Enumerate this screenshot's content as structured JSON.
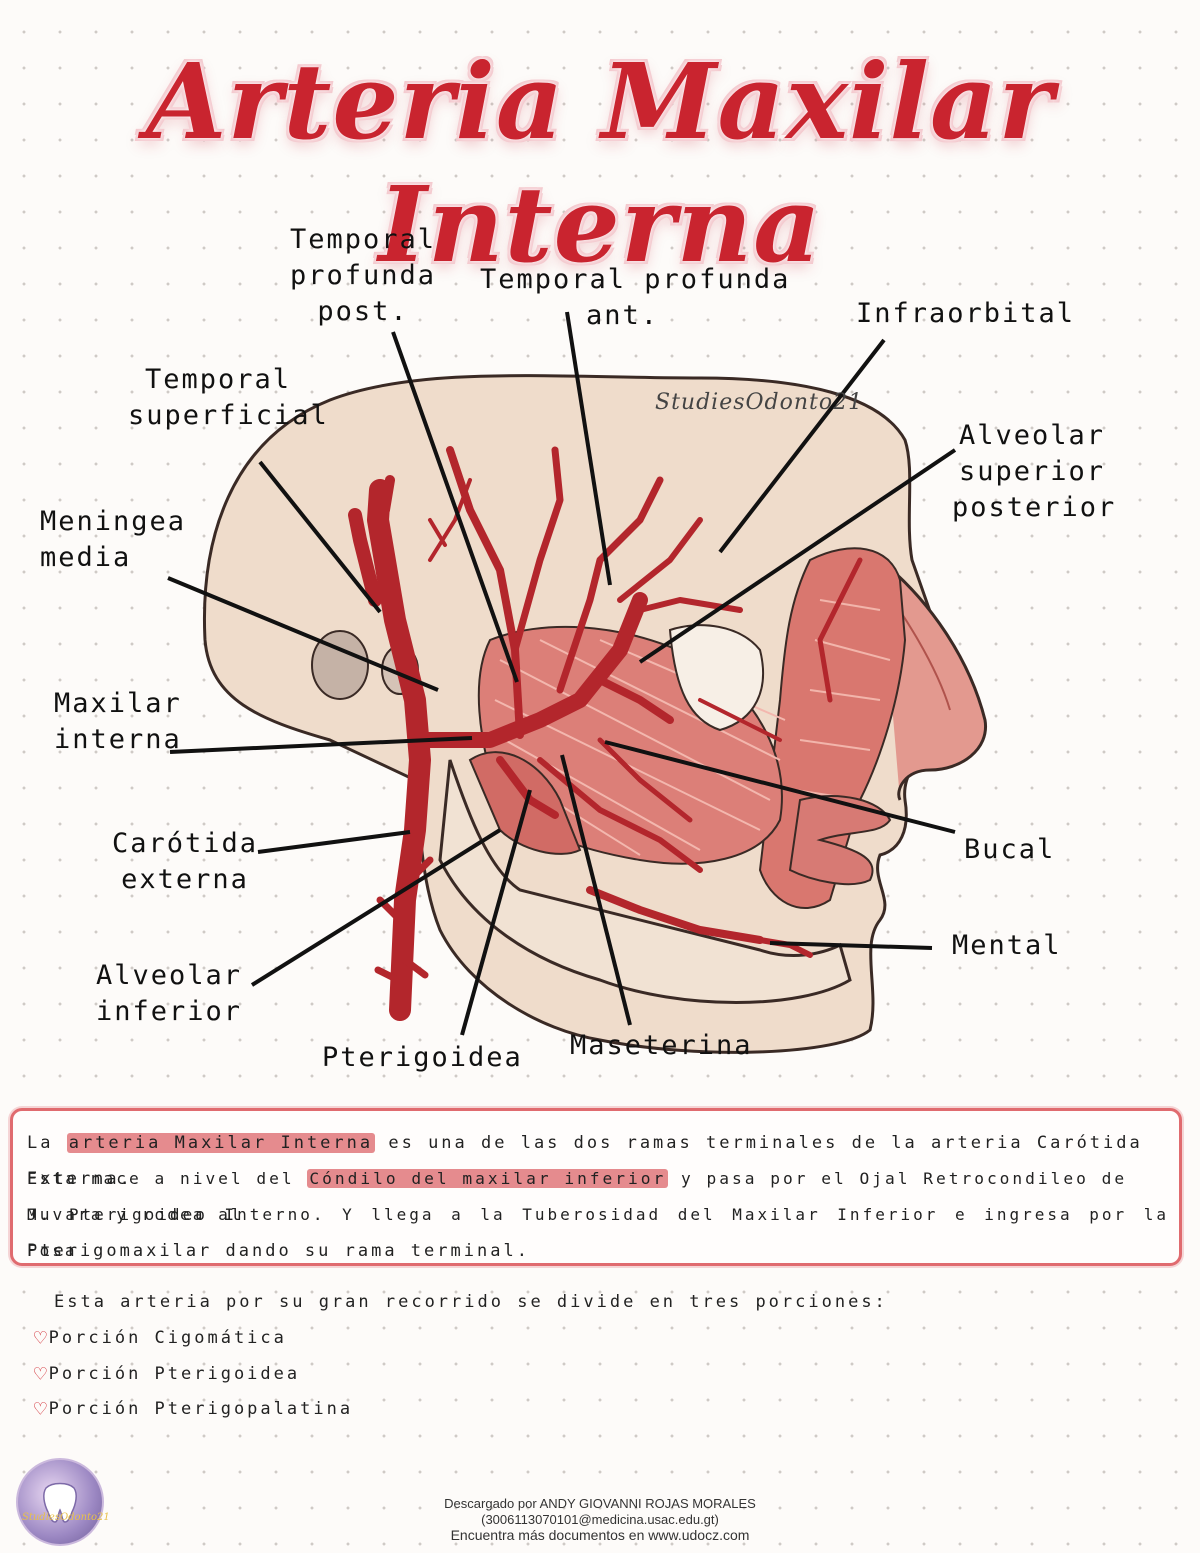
{
  "title": "Arteria Maxilar Interna",
  "watermark": "StudiesOdonto21",
  "labels": {
    "temporal_prof_post": "Temporal\nprofunda\npost.",
    "temporal_prof_ant": "Temporal profunda\nant.",
    "infraorbital": "Infraorbital",
    "temporal_superficial": "Temporal\nsuperficial",
    "alveolar_sup_post": "Alveolar\nsuperior\nposterior",
    "meningea_media": "Meningea\nmedia",
    "maxilar_interna": "Maxilar\ninterna",
    "carotida_externa": "Carótida\nexterna",
    "bucal": "Bucal",
    "mental": "Mental",
    "alveolar_inferior": "Alveolar\ninferior",
    "pterigoidea": "Pterigoidea",
    "maseterina": "Maseterina"
  },
  "description": {
    "l1_pre": "La ",
    "l1_hl": "arteria Maxilar Interna",
    "l1_post": " es una de las dos ramas terminales de la arteria Carótida Externa.",
    "l2_pre": "Esta nace a nivel del ",
    "l2_hl": "Cóndilo del maxilar inferior",
    "l2_post": " y pasa por el Ojal Retrocondileo de Juvara y rodea al",
    "l3": "M. Pterigoideo Interno. Y llega a la Tuberosidad del Maxilar Inferior e ingresa por la Fosa",
    "l4": "Pterigomaxilar dando su rama terminal."
  },
  "sections_intro": "Esta arteria por su gran recorrido se divide en tres porciones:",
  "portions": [
    "Porción Cigomática",
    "Porción Pterigoidea",
    "Porción Pterigopalatina"
  ],
  "logo_text": "StudiesOdonto21",
  "footer": {
    "line1": "Descargado por ANDY GIOVANNI ROJAS MORALES",
    "line2": "(3006113070101@medicina.usac.edu.gt)",
    "line3": "Encuentra más documentos en www.udocz.com"
  }
}
